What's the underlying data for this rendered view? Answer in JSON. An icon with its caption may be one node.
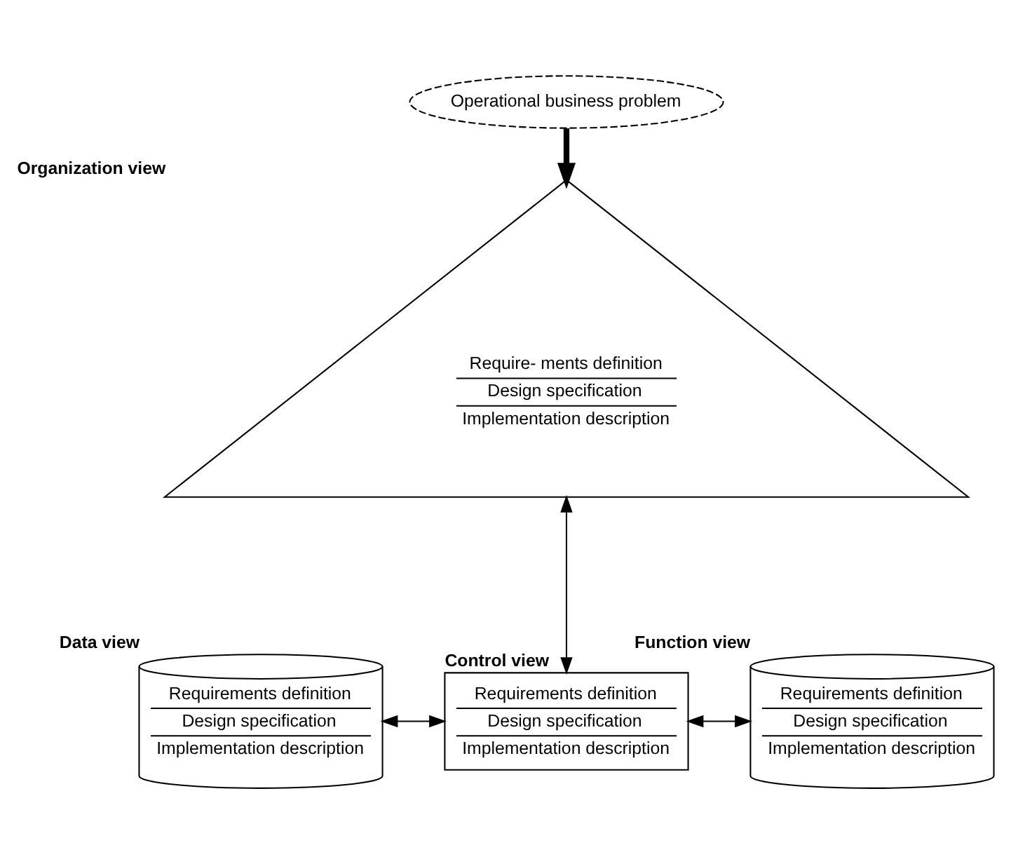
{
  "diagram": {
    "nodes": [
      {
        "text": [
          "Operational business problem"
        ]
      },
      {
        "text": [
          "Require- ments definition",
          "Design specification",
          "Implementation description"
        ],
        "beside": [
          "Organization view"
        ]
      },
      {
        "text": [
          "Requirements definition",
          "Design specification",
          "Implementation description"
        ],
        "beside": [
          "Data view"
        ]
      },
      {
        "text": [
          "Requirements definition",
          "Design specification",
          "Implementation description"
        ],
        "beside": [
          "Control view"
        ]
      },
      {
        "text": [
          "Requirements definition",
          "Design specification",
          "Implementation description"
        ],
        "beside": [
          "Function view"
        ]
      }
    ],
    "edges": [
      {
        "from": 0,
        "to": 1,
        "arrow": "to",
        "style": "thick"
      },
      {
        "from": 1,
        "to": 3,
        "arrow": "both"
      },
      {
        "from": 2,
        "to": 3,
        "arrow": "both"
      },
      {
        "from": 3,
        "to": 4,
        "arrow": "both"
      }
    ]
  }
}
